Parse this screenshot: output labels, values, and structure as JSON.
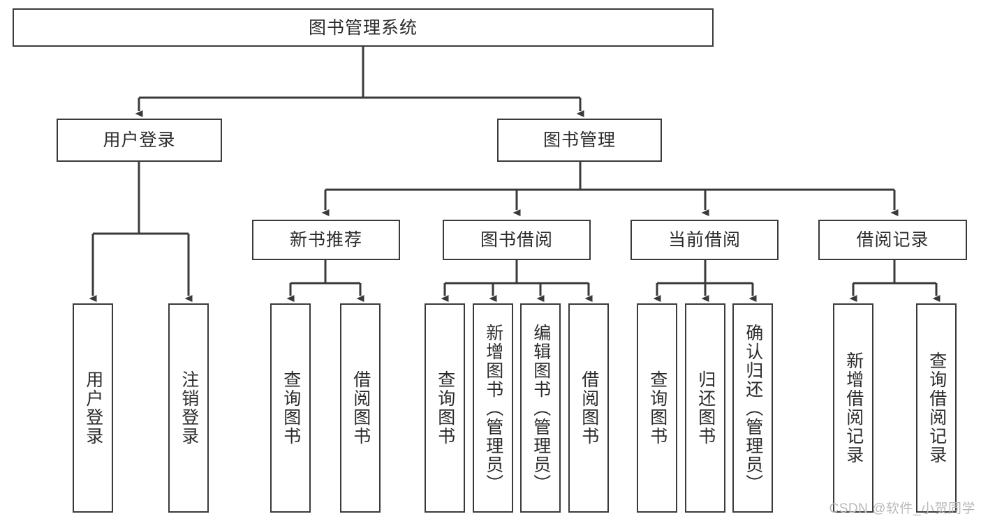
{
  "diagram": {
    "title": "图书管理系统",
    "type": "tree-hierarchy",
    "root": {
      "label": "图书管理系统"
    },
    "level2": [
      {
        "label": "用户登录"
      },
      {
        "label": "图书管理"
      }
    ],
    "level3": [
      {
        "label": "新书推荐"
      },
      {
        "label": "图书借阅"
      },
      {
        "label": "当前借阅"
      },
      {
        "label": "借阅记录"
      }
    ],
    "leaves": {
      "user_login": [
        {
          "label": "用户登录"
        },
        {
          "label": "注销登录"
        }
      ],
      "new_book_recommend": [
        {
          "label": "查询图书"
        },
        {
          "label": "借阅图书"
        }
      ],
      "book_borrow": [
        {
          "label": "查询图书"
        },
        {
          "label": "新增图书（管理员）"
        },
        {
          "label": "编辑图书（管理员）"
        },
        {
          "label": "借阅图书"
        }
      ],
      "current_borrow": [
        {
          "label": "查询图书"
        },
        {
          "label": "归还图书"
        },
        {
          "label": "确认归还（管理员）"
        }
      ],
      "borrow_record": [
        {
          "label": "新增借阅记录"
        },
        {
          "label": "查询借阅记录"
        }
      ]
    }
  },
  "watermark": {
    "text": "CSDN @软件_小贺同学"
  },
  "colors": {
    "box_border": "#3a3a3a",
    "box_fill": "#ffffff",
    "connector": "#3a3a3a",
    "text": "#2b2b2b",
    "watermark": "#b9b9b9",
    "background": "#ffffff"
  }
}
